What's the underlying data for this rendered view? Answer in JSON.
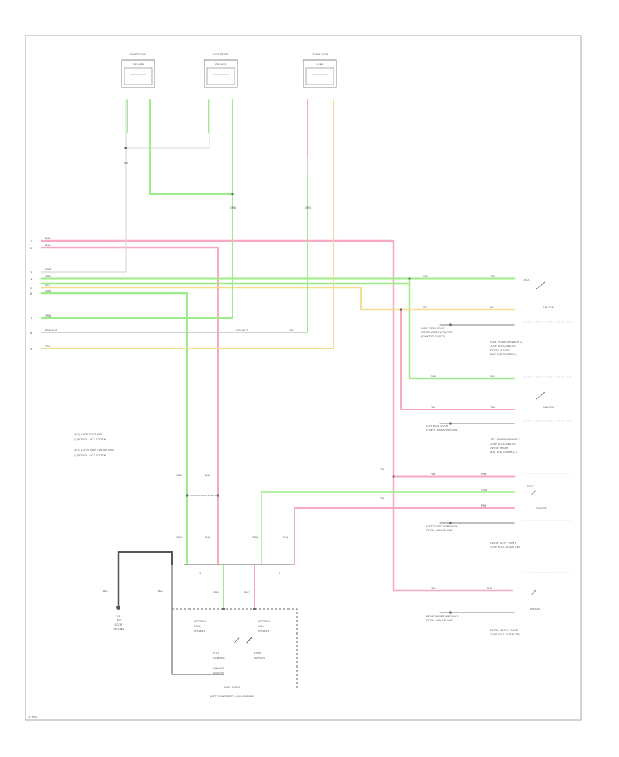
{
  "components": {
    "right_front_speaker": {
      "title": "RIGHT FRONT",
      "subtitle": "SPEAKER"
    },
    "left_front_speaker": {
      "title": "LEFT FRONT",
      "subtitle": "SPEAKER"
    },
    "trunk_room_lamp": {
      "title": "TRUNK ROOM",
      "subtitle": "LAMP"
    },
    "switch_left": [
      "SEP TAMA",
      "POOL",
      "SPEAKER"
    ],
    "switch_right": [
      "SEP TAMA",
      "CALL",
      "SPEAKER"
    ],
    "switch_bottom_left": [
      "POLL",
      "DOWNER",
      "UNLOCK",
      "SENSOR"
    ],
    "switch_bottom_right": [
      "LOCK",
      "SENSOR"
    ],
    "door_lock_caption": "LEFT FRONT DOOR LOCK ASSEMBLY",
    "switch_caption": "DRIVE SWITCH"
  },
  "notes": [
    "1  (1) LEFT FRONT ASSY",
    "   (2) POWER LOCK SYSTEM",
    "2  (1) LEFT & RIGHT FRONT ASSY",
    "   (2) POWER LOCK SYSTEM"
  ],
  "ground": {
    "label": "G1",
    "caption": [
      "LEFT",
      "DOOR",
      "GROUND"
    ]
  },
  "wire_labels": {
    "pink": "PNK",
    "green": "GRN",
    "white": "WHT",
    "yellow": "YEL",
    "brown_white": "BRN/WHT",
    "black": "BLK"
  },
  "left_pins": [
    "1",
    "2",
    "3",
    "4",
    "5",
    "6",
    "7",
    "8",
    "9"
  ],
  "right_modules": [
    [
      "RIGHT REAR DOOR",
      "POWER WINDOW MOTOR",
      "(FRONT SEAT BELT)"
    ],
    [
      "RIGHT POWER WINDOW &",
      "DOOR LOCK/UNLOCK",
      "SWITCH (FRONT",
      "SEAT BELT CONTROL)"
    ],
    [
      "LEFT REAR DOOR",
      "POWER WINDOW MOTOR"
    ],
    [
      "LEFT POWER WINDOW &",
      "DOOR LOCK/UNLOCK",
      "SWITCH (REAR",
      "SEAT BELT CONTROL)"
    ],
    [
      "LEFT POWER WINDOW &",
      "DOOR LOCK/UNLOCK",
      "SWITCH (LEFT FRONT",
      "DOOR LOCK ACTUATOR)"
    ],
    [
      "RIGHT POWER WINDOW &",
      "DOOR LOCK/UNLOCK",
      "SWITCH (RIGHT FRONT",
      "DOOR LOCK ACTUATOR)"
    ]
  ],
  "right_actuators": [
    "LOCK",
    "UNLOCK",
    "SENSOR"
  ],
  "footer_code": "LU HWS",
  "colors": {
    "pink": "#f7a9bf",
    "green": "#9ced87",
    "white": "#d8d8d8",
    "yellow": "#f5dd95",
    "frame": "#b8b8b8",
    "black": "#555555"
  }
}
